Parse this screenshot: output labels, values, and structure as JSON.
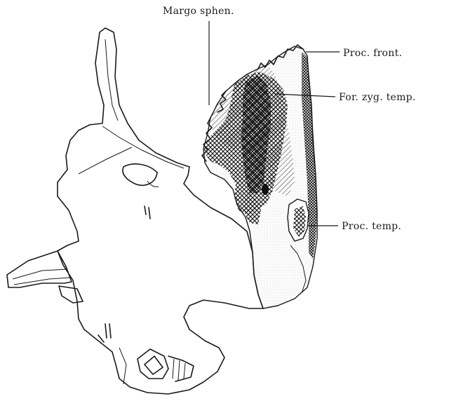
{
  "figure": {
    "labels": {
      "margo_sphen": "Margo sphen.",
      "proc_front": "Proc. front.",
      "for_zyg_temp": "For. zyg. temp.",
      "proc_temp": "Proc. temp."
    }
  }
}
